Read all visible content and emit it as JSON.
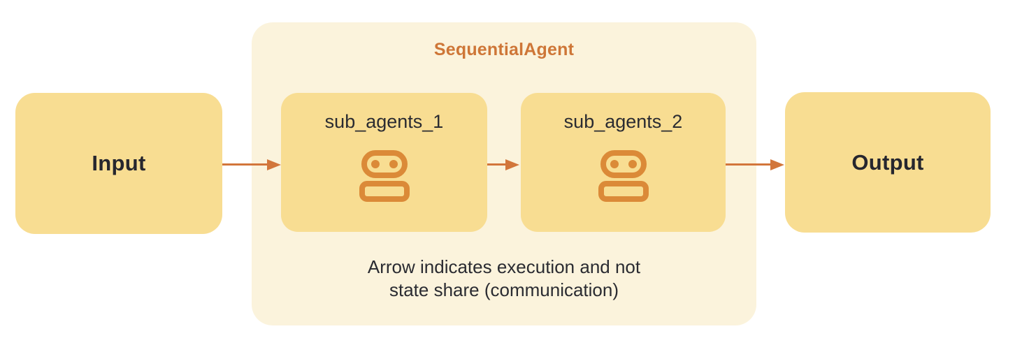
{
  "diagram": {
    "container": {
      "title": "SequentialAgent"
    },
    "nodes": {
      "input": {
        "label": "Input"
      },
      "sub1": {
        "label": "sub_agents_1",
        "icon": "robot-icon"
      },
      "sub2": {
        "label": "sub_agents_2",
        "icon": "robot-icon"
      },
      "output": {
        "label": "Output"
      }
    },
    "note": {
      "line1": "Arrow indicates execution and not",
      "line2": "state share (communication)"
    },
    "arrows": [
      {
        "from": "input",
        "to": "sub_agents_1"
      },
      {
        "from": "sub_agents_1",
        "to": "sub_agents_2"
      },
      {
        "from": "sub_agents_2",
        "to": "output"
      }
    ],
    "colors": {
      "node_fill": "#F8DD92",
      "container_fill": "#FBF3DC",
      "accent_orange": "#CE7637",
      "icon_orange": "#DB8A38",
      "arrow_orange": "#D2763B",
      "text_dark": "#26262E"
    }
  }
}
